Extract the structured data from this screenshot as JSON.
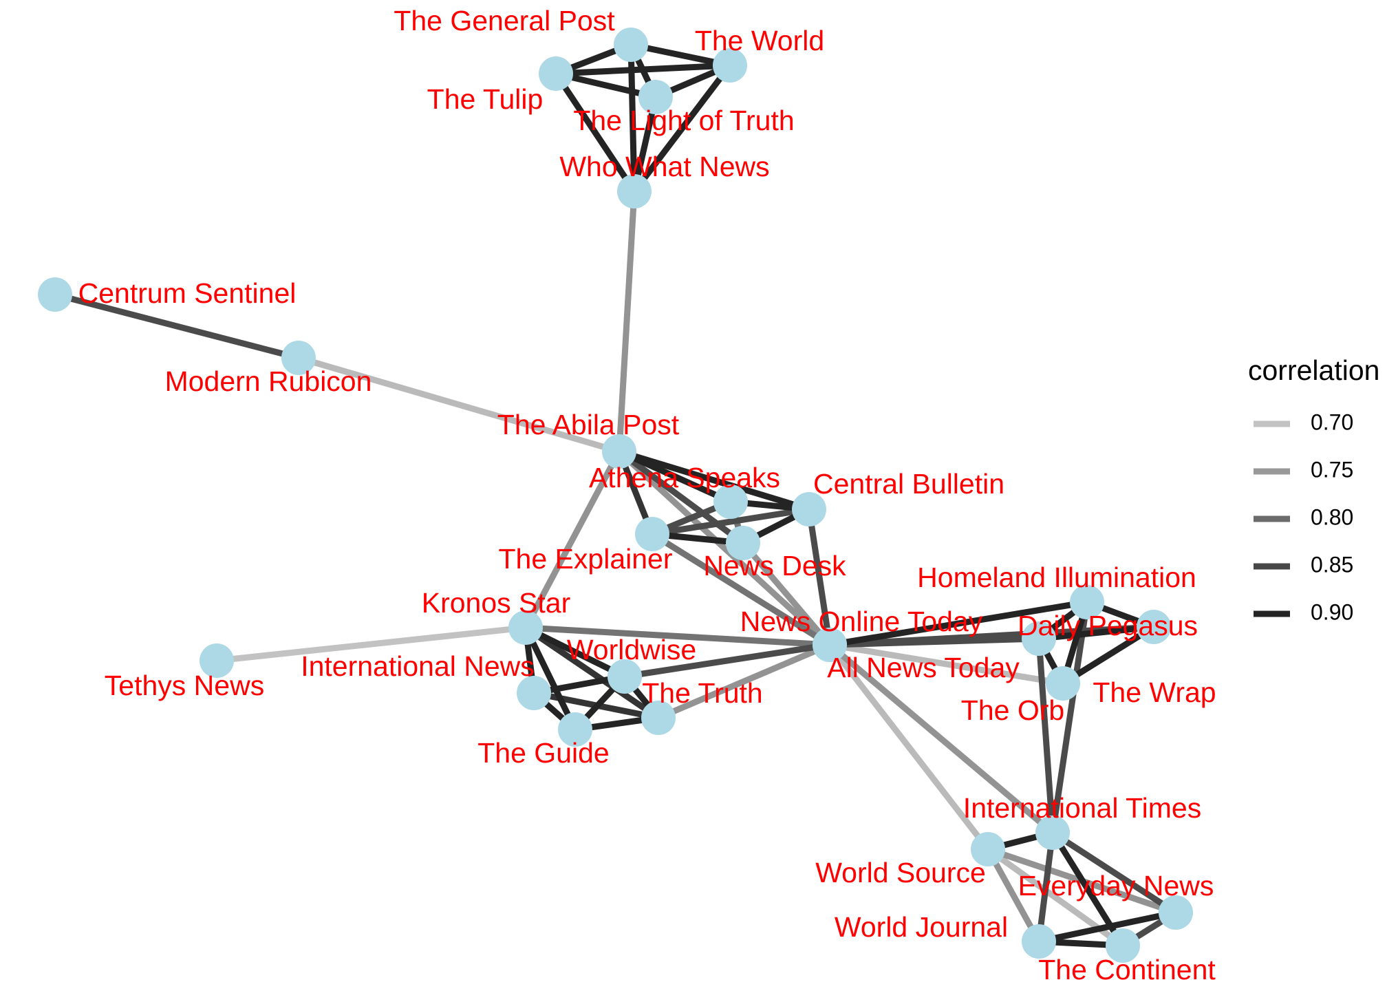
{
  "colors": {
    "node_fill": "#add8e6",
    "label_color": "#ff0000",
    "background": "#ffffff"
  },
  "legend": {
    "title": "correlation",
    "items": [
      {
        "label": "0.70",
        "color": "#c2c2c2"
      },
      {
        "label": "0.75",
        "color": "#989898"
      },
      {
        "label": "0.80",
        "color": "#6b6b6b"
      },
      {
        "label": "0.85",
        "color": "#474747"
      },
      {
        "label": "0.90",
        "color": "#242424"
      }
    ]
  },
  "nodes": [
    {
      "id": "general_post",
      "label": "The General Post"
    },
    {
      "id": "the_world",
      "label": "The World"
    },
    {
      "id": "the_tulip",
      "label": "The Tulip"
    },
    {
      "id": "light_of_truth",
      "label": "The Light of Truth"
    },
    {
      "id": "who_what_news",
      "label": "Who What News"
    },
    {
      "id": "centrum_sentinel",
      "label": "Centrum Sentinel"
    },
    {
      "id": "modern_rubicon",
      "label": "Modern Rubicon"
    },
    {
      "id": "abila_post",
      "label": "The Abila Post"
    },
    {
      "id": "athena_speaks",
      "label": "Athena Speaks"
    },
    {
      "id": "central_bulletin",
      "label": "Central Bulletin"
    },
    {
      "id": "the_explainer",
      "label": "The Explainer"
    },
    {
      "id": "news_desk",
      "label": "News Desk"
    },
    {
      "id": "kronos_star",
      "label": "Kronos Star"
    },
    {
      "id": "tethys_news",
      "label": "Tethys News"
    },
    {
      "id": "international_news",
      "label": "International News"
    },
    {
      "id": "worldwise",
      "label": "Worldwise"
    },
    {
      "id": "the_truth",
      "label": "The Truth"
    },
    {
      "id": "the_guide",
      "label": "The Guide"
    },
    {
      "id": "news_online_today",
      "label": "News Online Today"
    },
    {
      "id": "all_news_today",
      "label": "All News Today"
    },
    {
      "id": "homeland_illumination",
      "label": "Homeland Illumination"
    },
    {
      "id": "daily_pegasus",
      "label": "Daily Pegasus"
    },
    {
      "id": "the_orb",
      "label": "The Orb"
    },
    {
      "id": "the_wrap",
      "label": "The Wrap"
    },
    {
      "id": "international_times",
      "label": "International Times"
    },
    {
      "id": "world_source",
      "label": "World Source"
    },
    {
      "id": "everyday_news",
      "label": "Everyday News"
    },
    {
      "id": "world_journal",
      "label": "World Journal"
    },
    {
      "id": "the_continent",
      "label": "The Continent"
    }
  ],
  "edges": [
    {
      "source": "general_post",
      "target": "the_world",
      "correlation": 0.9
    },
    {
      "source": "general_post",
      "target": "the_tulip",
      "correlation": 0.9
    },
    {
      "source": "general_post",
      "target": "light_of_truth",
      "correlation": 0.9
    },
    {
      "source": "general_post",
      "target": "who_what_news",
      "correlation": 0.9
    },
    {
      "source": "the_tulip",
      "target": "the_world",
      "correlation": 0.9
    },
    {
      "source": "the_tulip",
      "target": "light_of_truth",
      "correlation": 0.9
    },
    {
      "source": "the_tulip",
      "target": "who_what_news",
      "correlation": 0.9
    },
    {
      "source": "light_of_truth",
      "target": "the_world",
      "correlation": 0.9
    },
    {
      "source": "the_world",
      "target": "who_what_news",
      "correlation": 0.9
    },
    {
      "source": "light_of_truth",
      "target": "who_what_news",
      "correlation": 0.9
    },
    {
      "source": "who_what_news",
      "target": "abila_post",
      "correlation": 0.76
    },
    {
      "source": "centrum_sentinel",
      "target": "modern_rubicon",
      "correlation": 0.85
    },
    {
      "source": "modern_rubicon",
      "target": "abila_post",
      "correlation": 0.71
    },
    {
      "source": "abila_post",
      "target": "athena_speaks",
      "correlation": 0.9
    },
    {
      "source": "abila_post",
      "target": "central_bulletin",
      "correlation": 0.9
    },
    {
      "source": "abila_post",
      "target": "the_explainer",
      "correlation": 0.88
    },
    {
      "source": "abila_post",
      "target": "news_desk",
      "correlation": 0.85
    },
    {
      "source": "abila_post",
      "target": "kronos_star",
      "correlation": 0.76
    },
    {
      "source": "abila_post",
      "target": "news_online_today",
      "correlation": 0.76
    },
    {
      "source": "athena_speaks",
      "target": "central_bulletin",
      "correlation": 0.9
    },
    {
      "source": "athena_speaks",
      "target": "the_explainer",
      "correlation": 0.85
    },
    {
      "source": "athena_speaks",
      "target": "news_desk",
      "correlation": 0.8
    },
    {
      "source": "central_bulletin",
      "target": "the_explainer",
      "correlation": 0.85
    },
    {
      "source": "central_bulletin",
      "target": "news_desk",
      "correlation": 0.9
    },
    {
      "source": "the_explainer",
      "target": "news_desk",
      "correlation": 0.9
    },
    {
      "source": "central_bulletin",
      "target": "news_online_today",
      "correlation": 0.85
    },
    {
      "source": "the_explainer",
      "target": "news_online_today",
      "correlation": 0.8
    },
    {
      "source": "news_desk",
      "target": "news_online_today",
      "correlation": 0.76
    },
    {
      "source": "tethys_news",
      "target": "kronos_star",
      "correlation": 0.7
    },
    {
      "source": "kronos_star",
      "target": "international_news",
      "correlation": 0.9
    },
    {
      "source": "kronos_star",
      "target": "worldwise",
      "correlation": 0.9
    },
    {
      "source": "kronos_star",
      "target": "the_truth",
      "correlation": 0.88
    },
    {
      "source": "kronos_star",
      "target": "the_guide",
      "correlation": 0.9
    },
    {
      "source": "kronos_star",
      "target": "news_online_today",
      "correlation": 0.8
    },
    {
      "source": "international_news",
      "target": "worldwise",
      "correlation": 0.9
    },
    {
      "source": "international_news",
      "target": "the_guide",
      "correlation": 0.9
    },
    {
      "source": "international_news",
      "target": "the_truth",
      "correlation": 0.88
    },
    {
      "source": "worldwise",
      "target": "the_guide",
      "correlation": 0.9
    },
    {
      "source": "worldwise",
      "target": "the_truth",
      "correlation": 0.9
    },
    {
      "source": "the_guide",
      "target": "the_truth",
      "correlation": 0.9
    },
    {
      "source": "worldwise",
      "target": "news_online_today",
      "correlation": 0.85
    },
    {
      "source": "the_truth",
      "target": "news_online_today",
      "correlation": 0.76
    },
    {
      "source": "news_online_today",
      "target": "homeland_illumination",
      "correlation": 0.9
    },
    {
      "source": "news_online_today",
      "target": "daily_pegasus",
      "correlation": 0.85
    },
    {
      "source": "news_online_today",
      "target": "the_wrap",
      "correlation": 0.85
    },
    {
      "source": "news_online_today",
      "target": "the_orb",
      "correlation": 0.71
    },
    {
      "source": "news_online_today",
      "target": "international_times",
      "correlation": 0.76
    },
    {
      "source": "news_online_today",
      "target": "world_source",
      "correlation": 0.71
    },
    {
      "source": "homeland_illumination",
      "target": "daily_pegasus",
      "correlation": 0.9
    },
    {
      "source": "homeland_illumination",
      "target": "the_orb",
      "correlation": 0.9
    },
    {
      "source": "homeland_illumination",
      "target": "the_wrap",
      "correlation": 0.9
    },
    {
      "source": "homeland_illumination",
      "target": "international_times",
      "correlation": 0.85
    },
    {
      "source": "daily_pegasus",
      "target": "the_orb",
      "correlation": 0.9
    },
    {
      "source": "daily_pegasus",
      "target": "the_wrap",
      "correlation": 0.9
    },
    {
      "source": "the_orb",
      "target": "the_wrap",
      "correlation": 0.9
    },
    {
      "source": "daily_pegasus",
      "target": "international_times",
      "correlation": 0.85
    },
    {
      "source": "international_times",
      "target": "world_source",
      "correlation": 0.9
    },
    {
      "source": "international_times",
      "target": "everyday_news",
      "correlation": 0.85
    },
    {
      "source": "international_times",
      "target": "world_journal",
      "correlation": 0.85
    },
    {
      "source": "international_times",
      "target": "the_continent",
      "correlation": 0.9
    },
    {
      "source": "world_source",
      "target": "everyday_news",
      "correlation": 0.76
    },
    {
      "source": "world_source",
      "target": "world_journal",
      "correlation": 0.76
    },
    {
      "source": "world_source",
      "target": "the_continent",
      "correlation": 0.71
    },
    {
      "source": "everyday_news",
      "target": "world_journal",
      "correlation": 0.9
    },
    {
      "source": "everyday_news",
      "target": "the_continent",
      "correlation": 0.85
    },
    {
      "source": "world_journal",
      "target": "the_continent",
      "correlation": 0.9
    }
  ]
}
